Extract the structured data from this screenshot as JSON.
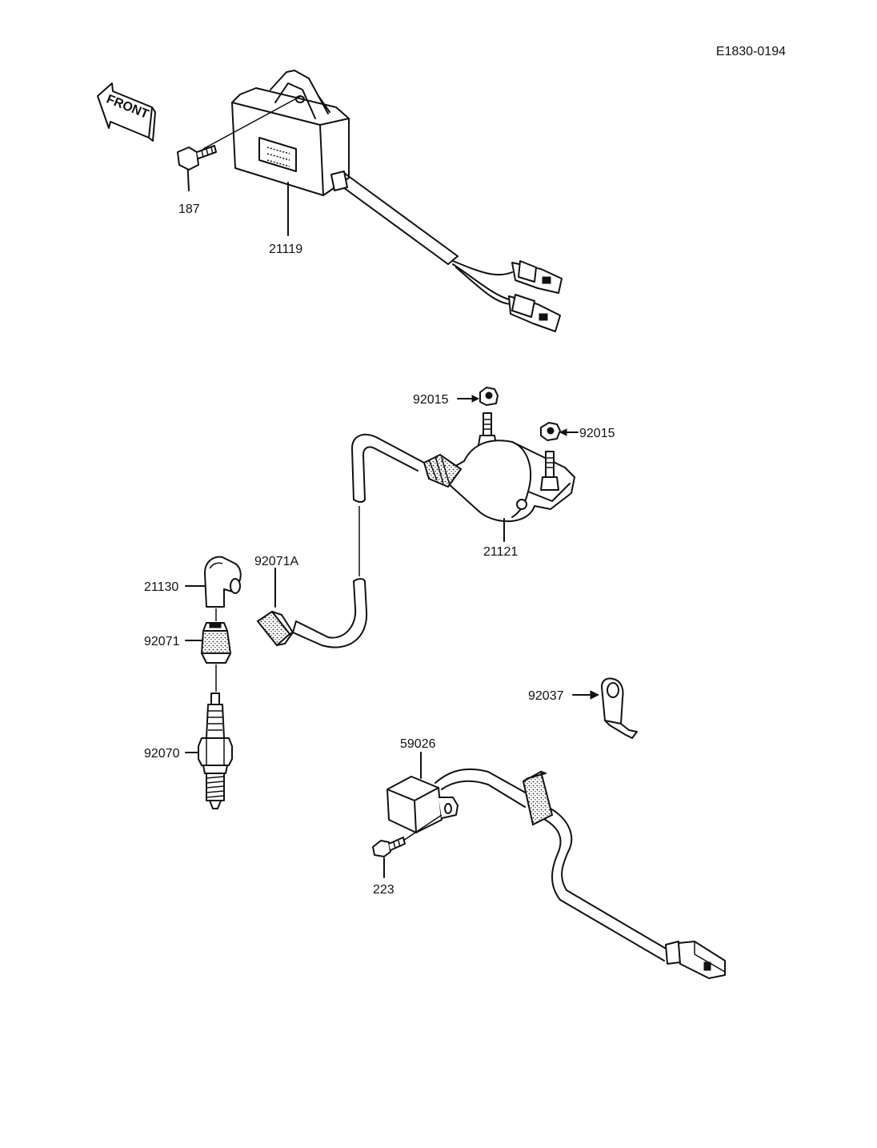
{
  "diagram_code": "E1830-0194",
  "front_label": "FRONT",
  "parts": {
    "bolt_187": "187",
    "igniter_21119": "21119",
    "nut_92015_a": "92015",
    "nut_92015_b": "92015",
    "ignition_coil_21121": "21121",
    "cap_92071a": "92071A",
    "plug_cap_21130": "21130",
    "cap_92071": "92071",
    "spark_plug_92070": "92070",
    "clamp_92037": "92037",
    "unit_59026": "59026",
    "screw_223": "223"
  }
}
